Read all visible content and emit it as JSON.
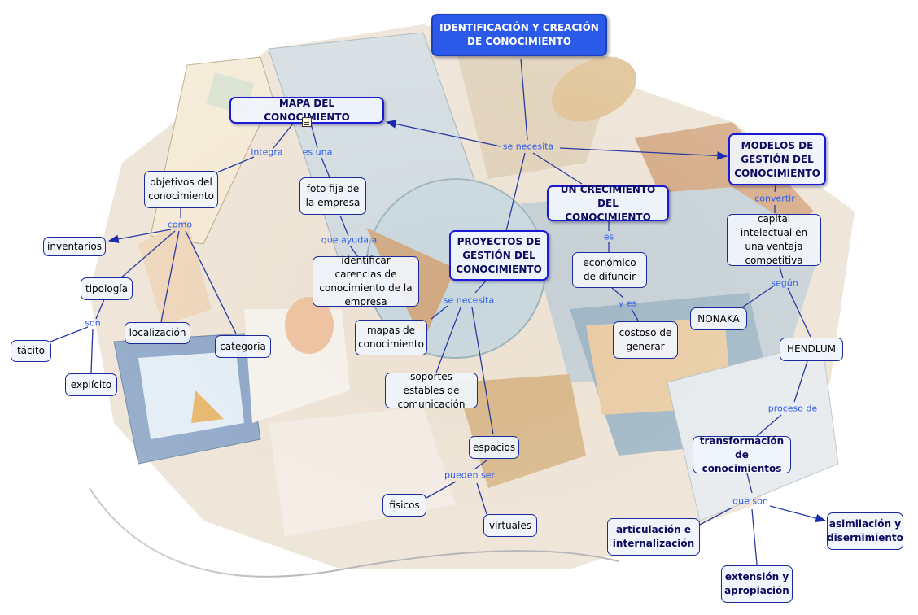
{
  "nodes": {
    "identificacion": "IDENTIFICACIÓN Y CREACIÓN DE CONOCIMIENTO",
    "mapa": "MAPA DEL CONOCIMIENTO",
    "modelos": "MODELOS DE GESTIÓN DEL CONOCIMIENTO",
    "crecimiento": "UN CRECIMIENTO DEL CONOCIMIENTO",
    "proyectos": "PROYECTOS DE GESTIÓN DEL CONOCIMIENTO",
    "objetivos": "objetivos del conocimiento",
    "foto": "foto fija de la empresa",
    "identificar": "identificar carencias de conocimiento de la empresa",
    "inventarios": "inventarios",
    "tipologia": "tipología",
    "localizacion": "localización",
    "categoria": "categoria",
    "tacito": "tácito",
    "explicito": "explícito",
    "mapas": "mapas de conocimiento",
    "soportes": "soportes estables de comunicación",
    "espacios": "espacios",
    "fisicos": "fisicos",
    "virtuales": "virtuales",
    "economico": "económico de difuncir",
    "costoso": "costoso de generar",
    "capital": "capital intelectual en una ventaja competitiva",
    "nonaka": "NONAKA",
    "hendlum": "HENDLUM",
    "transformacion": "transformación de conocimientos",
    "articulacion": "articulación e internalización",
    "asimilacion": "asimilación y disernimiento",
    "extension": "extensión y apropiación"
  },
  "labels": {
    "se_necesita_top": "se necesita",
    "integra": "integra",
    "es_una": "es una",
    "como": "como",
    "son": "son",
    "que_ayuda_a": "que ayuda a",
    "se_necesita_mid": "se necesita",
    "pueden_ser": "pueden ser",
    "es": "es",
    "y_es": "y es",
    "convertir": "convertir",
    "segun": "según",
    "proceso_de": "proceso de",
    "que_son": "que son"
  },
  "colors": {
    "title_fill": "#2b5ae8",
    "node_border": "#1a2a9c",
    "main_border": "#1a1ad6",
    "link_label": "#2f5cf0",
    "link_line": "#2a3aa0"
  },
  "icons": {
    "note": "note-icon"
  }
}
